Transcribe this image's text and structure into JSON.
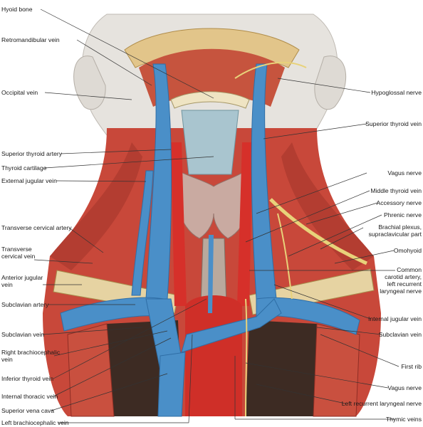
{
  "labels_left": [
    "Hyoid bone",
    "Retromandibular vein",
    "Occipital vein",
    "Superior thyroid artery",
    "Thyroid cartilage",
    "External jugular vein",
    "Transverse cervical artery",
    "Transverse\ncervical vein",
    "Anterior jugular\nvein",
    "Subclavian artery",
    "Subclavian vein",
    "Right brachiocephalic\nvein",
    "Inferior thyroid vein",
    "Internal thoracic vein",
    "Superior vena cava",
    "Left brachiocephalic vein"
  ],
  "labels_right": [
    "Hypoglossal nerve",
    "Superior thyroid vein",
    "Vagus nerve",
    "Middle thyroid vein",
    "Accessory nerve",
    "Phrenic nerve",
    "Brachial plexus,\nsupraclavicular part",
    "Omohyoid",
    "Common\ncarotid artery,\nleft recurrent\nlaryngeal nerve",
    "Internal jugular vein",
    "Subclavian vein",
    "First rib",
    "Vagus nerve",
    "Left recurrent laryngeal nerve",
    "Thymic veins"
  ],
  "colors": {
    "skin": "#e9e6e1",
    "muscle": "#c84a3c",
    "muscle_dark": "#9e2f25",
    "vein": "#4a8fc8",
    "vein_dark": "#2f6ea6",
    "artery": "#d8312a",
    "thyroid": "#c9a9a0",
    "cartilage": "#a9c4cc",
    "nerve": "#e8d27a",
    "bone": "#ead9a8",
    "cavity": "#3c2a22"
  }
}
